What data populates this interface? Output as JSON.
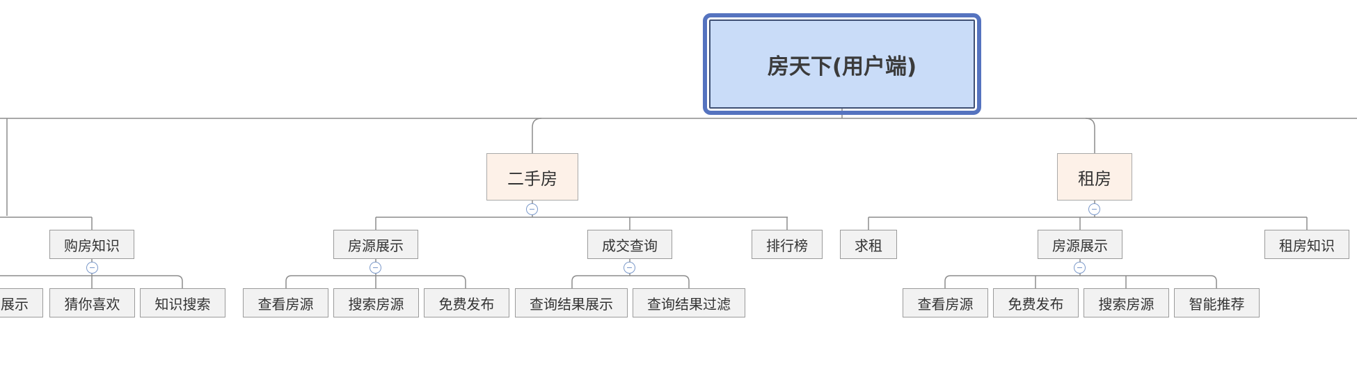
{
  "map": {
    "root": "房天下(用户端)",
    "branches": {
      "secondhand": {
        "label": "二手房",
        "children": {
          "listing": {
            "label": "房源展示",
            "children": [
              "查看房源",
              "搜索房源",
              "免费发布"
            ]
          },
          "deals": {
            "label": "成交查询",
            "children": [
              "查询结果展示",
              "查询结果过滤"
            ]
          },
          "ranking": {
            "label": "排行榜"
          }
        }
      },
      "rental": {
        "label": "租房",
        "children": {
          "wanted": {
            "label": "求租"
          },
          "listing": {
            "label": "房源展示",
            "children": [
              "查看房源",
              "免费发布",
              "搜索房源",
              "智能推荐"
            ]
          },
          "knowledge": {
            "label": "租房知识"
          }
        }
      },
      "partial": {
        "knowledge": {
          "label": "购房知识",
          "children": [
            "展示",
            "猜你喜欢",
            "知识搜索"
          ]
        }
      }
    }
  },
  "colors": {
    "root_fill": "#c9dcf8",
    "root_frame": "#5573bf",
    "topic_fill": "#fdf1e8",
    "sub_fill": "#f2f2f2",
    "connector": "#8c8c8c",
    "toggle": "#7a98c9"
  },
  "icons": {
    "toggle": "collapse-minus-icon"
  }
}
